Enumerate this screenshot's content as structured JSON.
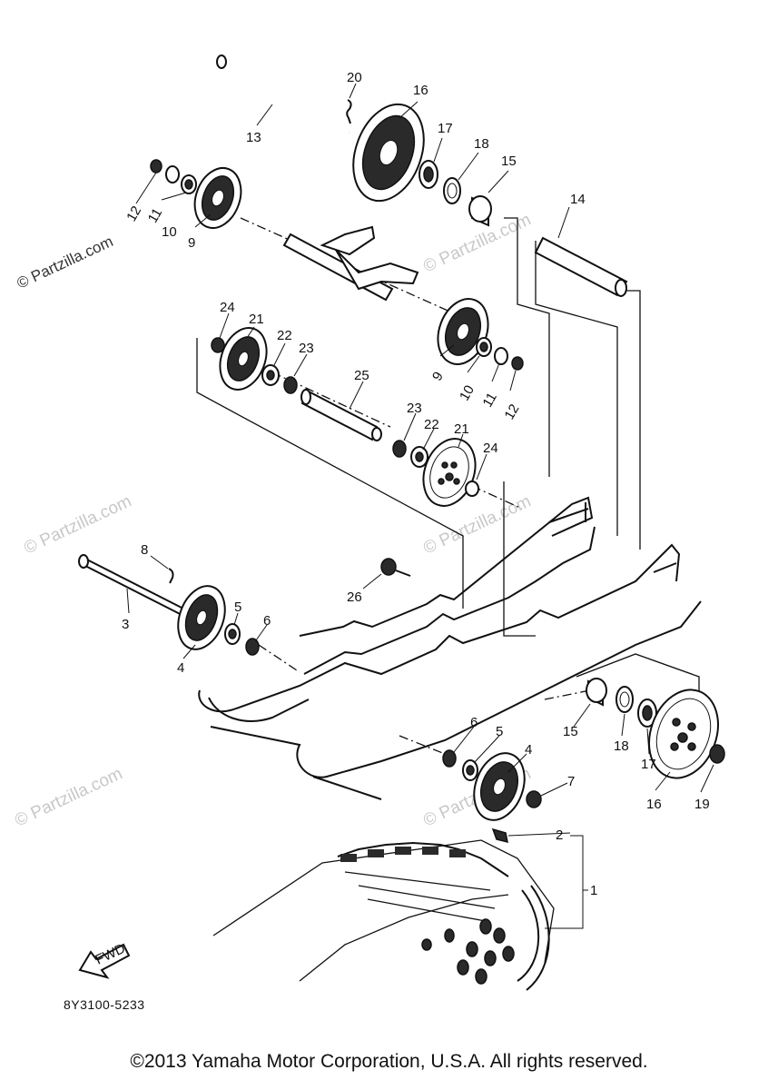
{
  "watermark": {
    "text": "© Partzilla.com",
    "text_side": "© Partzilla.com"
  },
  "callouts": {
    "c1": "1",
    "c2": "2",
    "c3": "3",
    "c4a": "4",
    "c4b": "4",
    "c5a": "5",
    "c5b": "5",
    "c6a": "6",
    "c6b": "6",
    "c7": "7",
    "c8": "8",
    "c9a": "9",
    "c9b": "9",
    "c10a": "10",
    "c10b": "10",
    "c11a": "11",
    "c11b": "11",
    "c12a": "12",
    "c12b": "12",
    "c13": "13",
    "c14": "14",
    "c15a": "15",
    "c15b": "15",
    "c16a": "16",
    "c16b": "16",
    "c17a": "17",
    "c17b": "17",
    "c18a": "18",
    "c18b": "18",
    "c19": "19",
    "c20": "20",
    "c21a": "21",
    "c21b": "21",
    "c22a": "22",
    "c22b": "22",
    "c23a": "23",
    "c23b": "23",
    "c24a": "24",
    "c24b": "24",
    "c25": "25",
    "c26": "26"
  },
  "fwd_label": "FWD",
  "diagram_code": "8Y3100-5233",
  "copyright": "©2013 Yamaha Motor Corporation, U.S.A. All rights reserved."
}
